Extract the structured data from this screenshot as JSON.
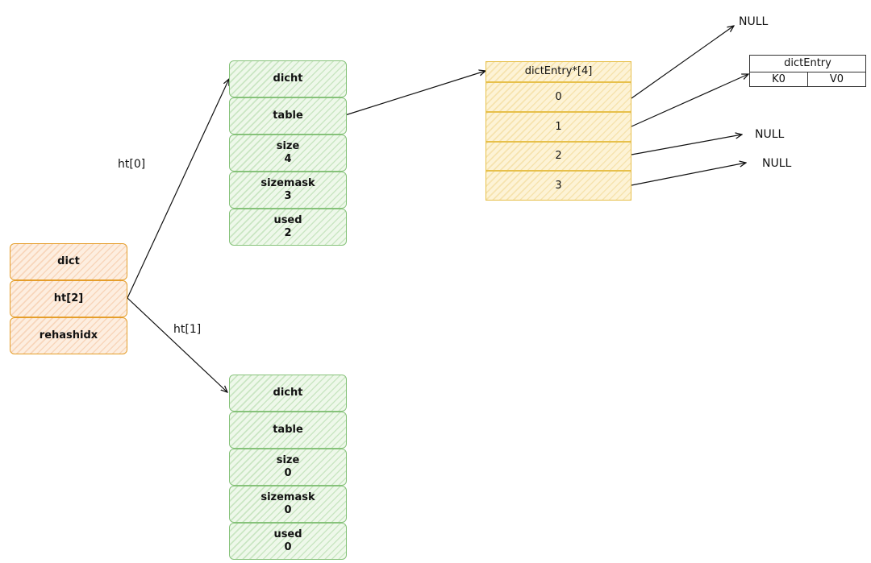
{
  "dict": {
    "rows": [
      "dict",
      "ht[2]",
      "rehashidx"
    ]
  },
  "ht0": {
    "edge_label": "ht[0]",
    "rows": [
      {
        "name": "dicht",
        "value": ""
      },
      {
        "name": "table",
        "value": ""
      },
      {
        "name": "size",
        "value": "4"
      },
      {
        "name": "sizemask",
        "value": "3"
      },
      {
        "name": "used",
        "value": "2"
      }
    ]
  },
  "ht1": {
    "edge_label": "ht[1]",
    "rows": [
      {
        "name": "dicht",
        "value": ""
      },
      {
        "name": "table",
        "value": ""
      },
      {
        "name": "size",
        "value": "0"
      },
      {
        "name": "sizemask",
        "value": "0"
      },
      {
        "name": "used",
        "value": "0"
      }
    ]
  },
  "table_array": {
    "header": "dictEntry*[4]",
    "slots": [
      "0",
      "1",
      "2",
      "3"
    ]
  },
  "entry": {
    "title": "dictEntry",
    "key": "K0",
    "value": "V0"
  },
  "null_labels": [
    "NULL",
    "NULL",
    "NULL"
  ]
}
